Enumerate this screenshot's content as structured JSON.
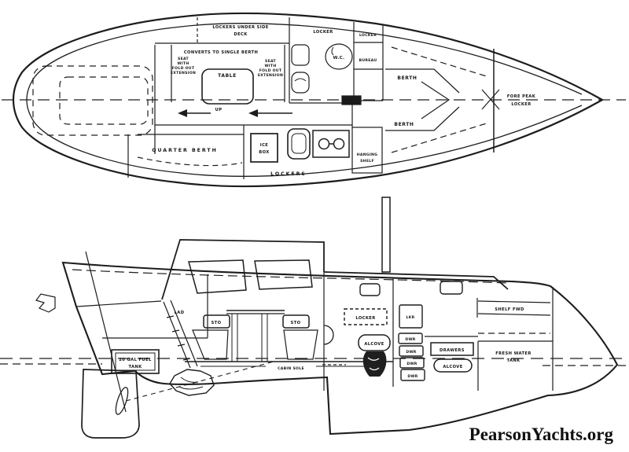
{
  "credit": "PearsonYachts.org",
  "plan_view": {
    "labels": {
      "lockers_under_side_deck": [
        "LOCKERS UNDER SIDE",
        "DECK"
      ],
      "converts": "CONVERTS TO SINGLE BERTH",
      "seat_port": [
        "SEAT",
        "WITH",
        "FOLD OUT",
        "EXTENSION"
      ],
      "seat_stbd": [
        "SEAT",
        "WITH",
        "FOLD OUT",
        "EXTENSION"
      ],
      "table": "TABLE",
      "head_locker": "LOCKER",
      "wc": "W.C.",
      "fwd_locker": "LOCKER",
      "bureau": "BUREAU",
      "berth_stbd": "BERTH",
      "berth_port": "BERTH",
      "fore_peak": [
        "FORE PEAK",
        "LOCKER"
      ],
      "quarter_berth": "QUARTER BERTH",
      "ice_box": [
        "ICE",
        "BOX"
      ],
      "lockers": "LOCKERS",
      "hanging_shelf": [
        "HANGING",
        "SHELF"
      ],
      "up": "UP"
    }
  },
  "profile_view": {
    "labels": {
      "fuel_tank": [
        "20 GAL FUEL",
        "TANK"
      ],
      "ladder": "LAD",
      "sto_aft": "STO",
      "sto_fwd": "STO",
      "head_locker": "LOCKER",
      "head_alcove": "ALCOVE",
      "locker_abbrev": "LKR",
      "drawer_abbrev": [
        "DWR",
        "DWR",
        "DWR",
        "DWR"
      ],
      "drawers": "DRAWERS",
      "alcove_fwd": "ALCOVE",
      "shelf_fwd": "SHELF FWD",
      "fresh_water_tank": [
        "FRESH WATER",
        "TANK"
      ],
      "cabin_sole": "CABIN SOLE"
    }
  }
}
